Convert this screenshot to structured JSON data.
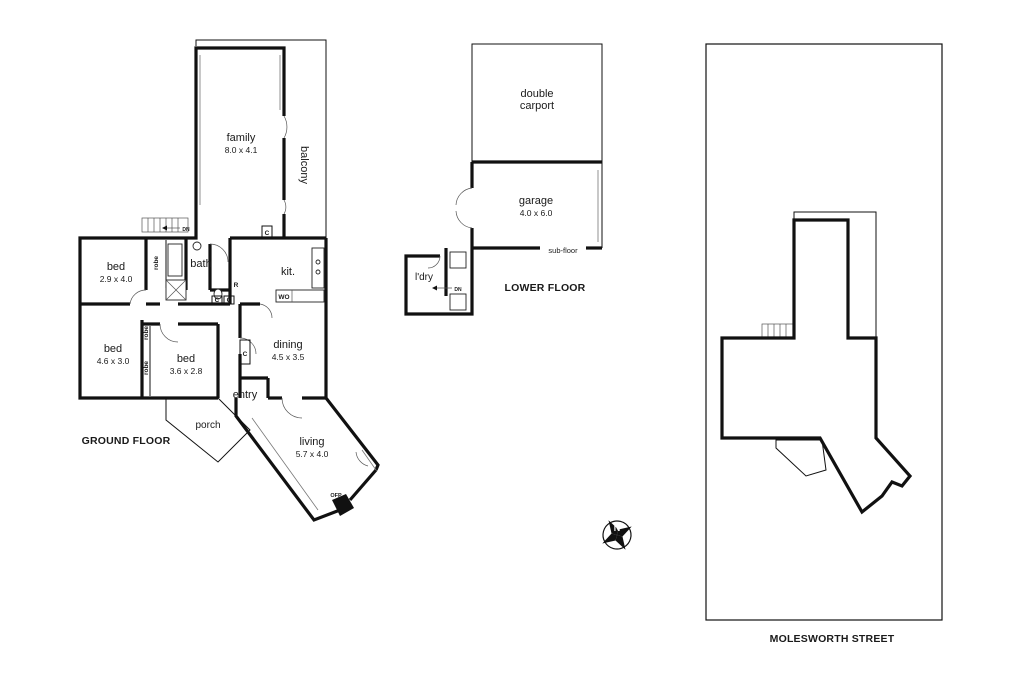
{
  "plan": {
    "floors": {
      "ground": "GROUND FLOOR",
      "lower": "LOWER FLOOR"
    },
    "street": "MOLESWORTH STREET",
    "compass": "N",
    "rooms": [
      {
        "id": "family",
        "name": "family",
        "dim": "8.0 x 4.1"
      },
      {
        "id": "balcony",
        "name": "balcony",
        "dim": ""
      },
      {
        "id": "bed1",
        "name": "bed",
        "dim": "2.9 x 4.0"
      },
      {
        "id": "bath",
        "name": "bath",
        "dim": ""
      },
      {
        "id": "kit",
        "name": "kit.",
        "dim": ""
      },
      {
        "id": "bed2",
        "name": "bed",
        "dim": "4.6 x 3.0"
      },
      {
        "id": "bed3",
        "name": "bed",
        "dim": "3.6 x 2.8"
      },
      {
        "id": "dining",
        "name": "dining",
        "dim": "4.5 x 3.5"
      },
      {
        "id": "entry",
        "name": "entry",
        "dim": ""
      },
      {
        "id": "porch",
        "name": "porch",
        "dim": ""
      },
      {
        "id": "living",
        "name": "living",
        "dim": "5.7 x 4.0"
      },
      {
        "id": "carport",
        "name": "double carport",
        "dim": ""
      },
      {
        "id": "garage",
        "name": "garage",
        "dim": "4.0 x 6.0"
      },
      {
        "id": "laundry",
        "name": "l'dry",
        "dim": ""
      }
    ],
    "fixtures": {
      "robe": "robe",
      "cupboard": "C",
      "fridge": "R",
      "wall_oven": "WO",
      "open_fire": "OFP",
      "down": "DN",
      "subfloor": "sub-floor",
      "carport_line1": "double",
      "carport_line2": "carport"
    }
  }
}
